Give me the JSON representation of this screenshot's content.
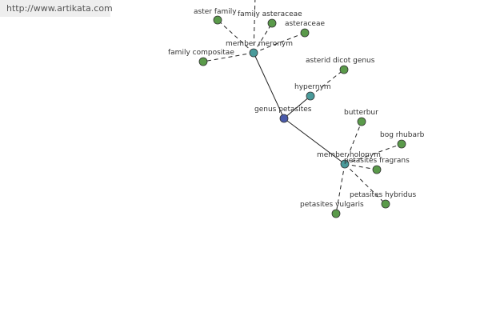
{
  "watermark": {
    "text": "http://www.artikata.com"
  },
  "colors": {
    "leaf": "#5a9a4a",
    "relation": "#4a9a9a",
    "center": "#4a5aaa",
    "edge": "#222222"
  },
  "nodes": [
    {
      "id": "genus-petasites",
      "label": "genus petasites",
      "kind": "center"
    },
    {
      "id": "member-meronym",
      "label": "member meronym",
      "kind": "relation"
    },
    {
      "id": "hypernym",
      "label": "hypernym",
      "kind": "relation"
    },
    {
      "id": "member-holonym",
      "label": "member holonym",
      "kind": "relation"
    },
    {
      "id": "aster-family",
      "label": "aster family",
      "kind": "leaf"
    },
    {
      "id": "family-asteraceae",
      "label": "family asteraceae",
      "kind": "leaf"
    },
    {
      "id": "asteraceae",
      "label": "asteraceae",
      "kind": "leaf"
    },
    {
      "id": "family-compositae",
      "label": "family compositae",
      "kind": "leaf"
    },
    {
      "id": "asterid-dicot-genus",
      "label": "asterid dicot genus",
      "kind": "leaf"
    },
    {
      "id": "butterbur",
      "label": "butterbur",
      "kind": "leaf"
    },
    {
      "id": "bog-rhubarb",
      "label": "bog rhubarb",
      "kind": "leaf"
    },
    {
      "id": "petasites-fragrans",
      "label": "petasites fragrans",
      "kind": "leaf"
    },
    {
      "id": "petasites-hybridus",
      "label": "petasites hybridus",
      "kind": "leaf"
    },
    {
      "id": "petasites-vulgaris",
      "label": "petasites vulgaris",
      "kind": "leaf"
    }
  ],
  "edges": [
    {
      "from": "genus-petasites",
      "to": "member-meronym",
      "style": "solid"
    },
    {
      "from": "genus-petasites",
      "to": "hypernym",
      "style": "solid"
    },
    {
      "from": "genus-petasites",
      "to": "member-holonym",
      "style": "solid"
    },
    {
      "from": "member-meronym",
      "to": "aster-family",
      "style": "dashed"
    },
    {
      "from": "member-meronym",
      "to": "family-asteraceae",
      "style": "dashed"
    },
    {
      "from": "member-meronym",
      "to": "asteraceae",
      "style": "dashed"
    },
    {
      "from": "member-meronym",
      "to": "family-compositae",
      "style": "dashed"
    },
    {
      "from": "member-meronym",
      "to": "offscreen-top",
      "style": "dashed"
    },
    {
      "from": "hypernym",
      "to": "asterid-dicot-genus",
      "style": "dashed"
    },
    {
      "from": "member-holonym",
      "to": "butterbur",
      "style": "dashed"
    },
    {
      "from": "member-holonym",
      "to": "bog-rhubarb",
      "style": "dashed"
    },
    {
      "from": "member-holonym",
      "to": "petasites-fragrans",
      "style": "dashed"
    },
    {
      "from": "member-holonym",
      "to": "petasites-hybridus",
      "style": "dashed"
    },
    {
      "from": "member-holonym",
      "to": "petasites-vulgaris",
      "style": "dashed"
    }
  ]
}
